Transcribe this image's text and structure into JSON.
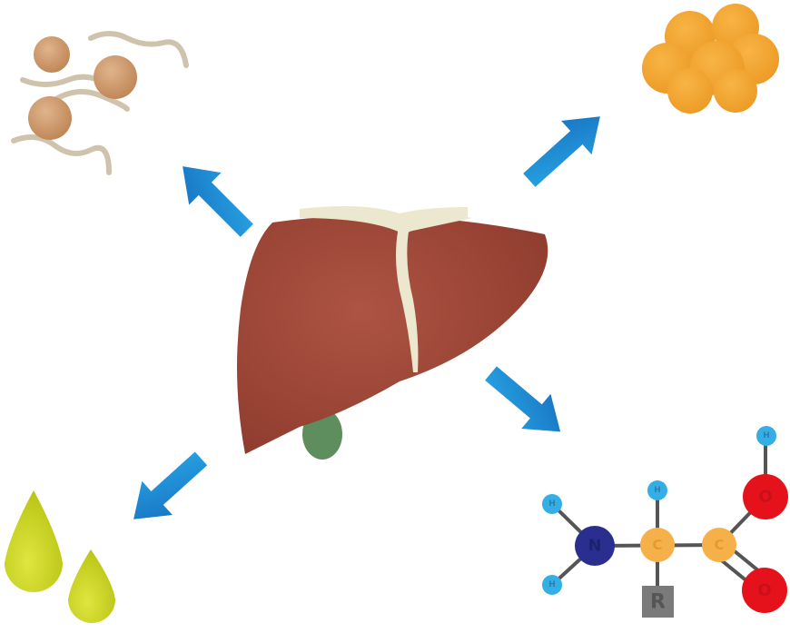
{
  "colors": {
    "liver": "#a24a38",
    "ligament": "#ece8cf",
    "gallbladder": "#5e8e5e",
    "arrow": "#1b86d0",
    "fat": "#f5a833",
    "bile": "#cfdc1f",
    "glycogen": "#d3a074",
    "nitrogen": "#2a2f8f",
    "carbon": "#f6b04a",
    "oxygen": "#e5121c",
    "hydrogen": "#35aee6",
    "r_group": "#7a7a7a"
  },
  "amino_acid": {
    "atoms": {
      "n": "N",
      "c_alpha": "C",
      "c_carboxyl": "C",
      "o_hydroxyl": "O",
      "o_double": "O",
      "h_hydroxyl": "H",
      "h_alpha": "H",
      "h_amine_top": "H",
      "h_amine_bottom": "H",
      "r_group": "R"
    }
  }
}
